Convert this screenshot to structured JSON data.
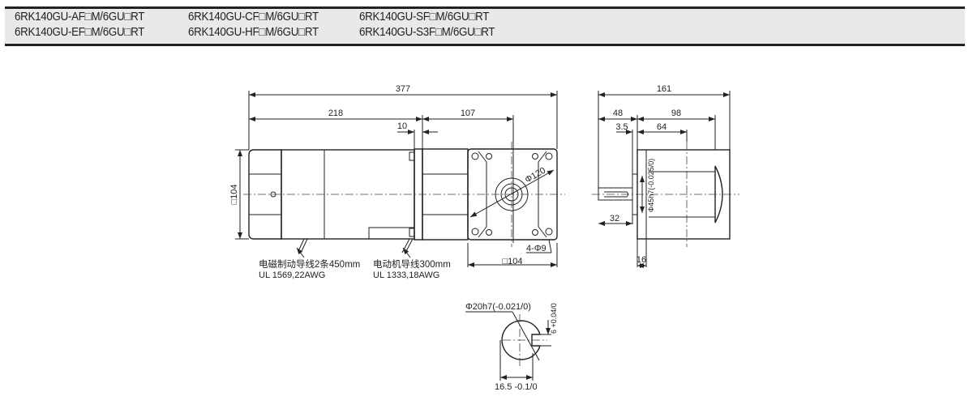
{
  "header": {
    "models": [
      [
        "6RK140GU-AF□M/6GU□RT",
        "6RK140GU-CF□M/6GU□RT",
        "6RK140GU-SF□M/6GU□RT"
      ],
      [
        "6RK140GU-EF□M/6GU□RT",
        "6RK140GU-HF□M/6GU□RT",
        "6RK140GU-S3F□M/6GU□RT"
      ]
    ]
  },
  "front_view": {
    "dim_overall": "377",
    "dim_motor": "218",
    "dim_gear": "107",
    "dim_flange": "10",
    "dim_height": "□104",
    "dim_pcd": "Φ120",
    "dim_holes": "4-Φ9",
    "dim_square": "□104",
    "brake_lead_label": "电磁制动导线2条450mm",
    "brake_lead_spec": "UL 1569,22AWG",
    "motor_lead_label": "电动机导线300mm",
    "motor_lead_spec": "UL 1333,18AWG"
  },
  "side_view": {
    "dim_overall": "161",
    "dim_shaft_total": "48",
    "dim_body": "98",
    "dim_pilot": "3.5",
    "dim_center": "64",
    "dim_shaft": "32",
    "dim_flange": "16",
    "dim_pilot_dia": "Φ45h7(-0.025/0)"
  },
  "shaft_section": {
    "dim_dia": "Φ20h7(-0.021/0)",
    "dim_key": "6 +0.04/0",
    "dim_flat": "16.5 -0.1/0"
  }
}
